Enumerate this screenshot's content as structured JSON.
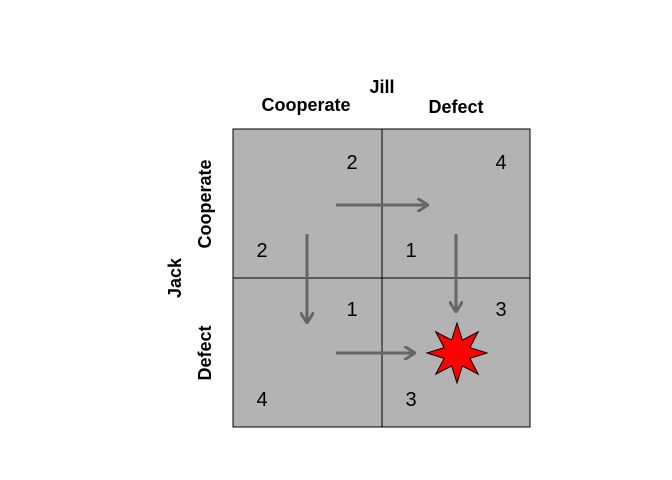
{
  "column_player": "Jill",
  "row_player": "Jack",
  "column_strategies": [
    "Cooperate",
    "Defect"
  ],
  "row_strategies": [
    "Cooperate",
    "Defect"
  ],
  "payoffs": {
    "cc": {
      "jill": "2",
      "jack": "2"
    },
    "cd": {
      "jill": "4",
      "jack": "1"
    },
    "dc": {
      "jill": "1",
      "jack": "4"
    },
    "dd": {
      "jill": "3",
      "jack": "3"
    }
  },
  "colors": {
    "cell_fill": "#b3b3b3",
    "arrow": "#666666",
    "equilibrium_star": "#ff0000"
  },
  "equilibrium": "dd"
}
